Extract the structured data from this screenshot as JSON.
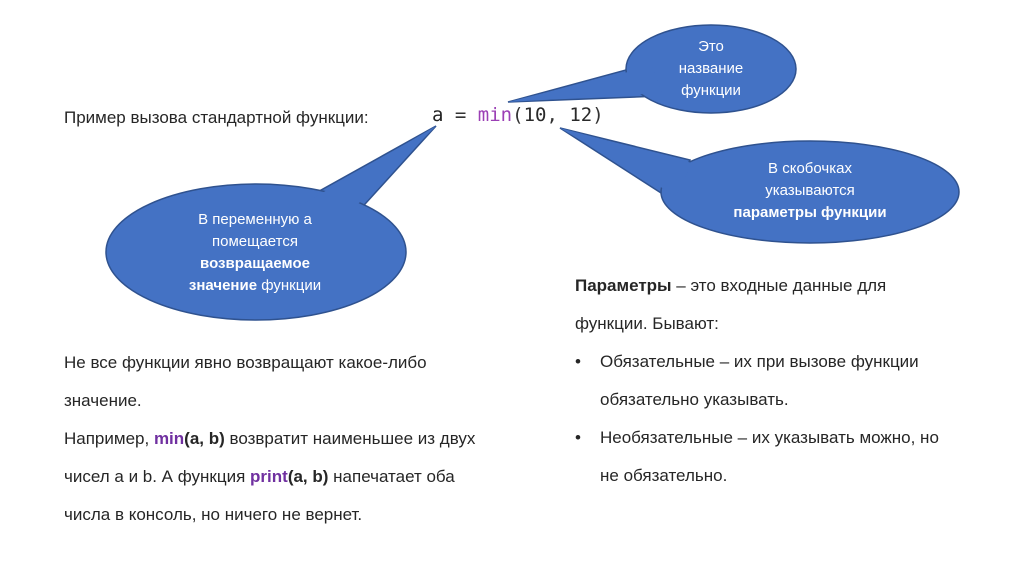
{
  "intro": {
    "label": "Пример вызова стандартной функции:",
    "code": {
      "var": "a",
      "op": " = ",
      "fn": "min",
      "open": "(",
      "arg1": "10",
      "sep": ", ",
      "arg2": "12",
      "close": ")"
    }
  },
  "callouts": {
    "name": {
      "line1": "Это",
      "line2": "название",
      "line3": "функции"
    },
    "params": {
      "line1": "В скобочках",
      "line2": "указываются",
      "line3": "параметры функции"
    },
    "return": {
      "line1": "В переменную a",
      "line2": "помещается",
      "line3": "возвращаемое",
      "line4_bold": "значение",
      "line4_rest": " функции"
    }
  },
  "left_text": {
    "line1": "Не все функции явно возвращают какое-либо",
    "line2": "значение.",
    "line3_start": "Например, ",
    "min_kw": "min",
    "min_args": "(a, b)",
    "line3_end": " возвратит наименьшее из двух",
    "line4_start": "чисел a и b. А функция ",
    "print_kw": "print",
    "print_args": "(a, b)",
    "line4_end": " напечатает оба",
    "line5": "числа в консоль, но ничего не вернет."
  },
  "right_text": {
    "term": "Параметры",
    "line1_rest": " – это входные данные для",
    "line2": "функции. Бывают:",
    "items": [
      {
        "line1": "Обязательные – их при вызове функции",
        "line2": "обязательно указывать."
      },
      {
        "line1": "Необязательные – их указывать можно, но",
        "line2": "не обязательно."
      }
    ]
  },
  "colors": {
    "bubble_fill": "#4472c4",
    "bubble_stroke": "#2f528f",
    "keyword": "#7030a0"
  }
}
